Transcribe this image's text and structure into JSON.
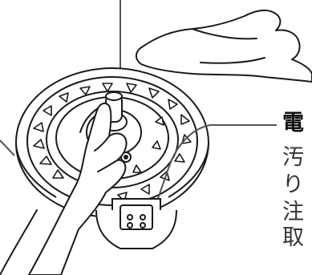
{
  "labels": {
    "title": "電",
    "lines": [
      "汚",
      "り",
      "注",
      "取"
    ]
  },
  "colors": {
    "stroke": "#1a1a1a",
    "leader": "#555555",
    "background": "#ffffff"
  },
  "icons": [
    "hand-with-cloth-icon",
    "hand-icon",
    "burner-ring-icon",
    "igniter-connector-icon"
  ]
}
